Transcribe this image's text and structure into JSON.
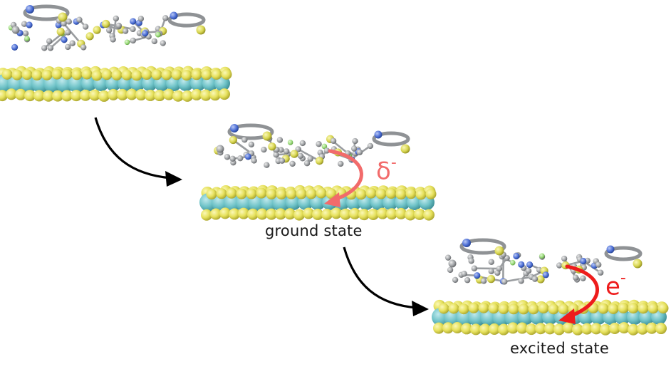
{
  "labels": {
    "ground_state": "ground state",
    "excited_state": "excited state",
    "partial_charge_symbol": "δ",
    "partial_charge_sign": "-",
    "electron_symbol": "e",
    "electron_sign": "-"
  },
  "colors": {
    "background": "#ffffff",
    "substrate_metal_atom": "#6fc3c8",
    "substrate_sulfur_atom": "#e6e15c",
    "molecule_carbon": "#a0a3a6",
    "molecule_nitrogen": "#4d6fd6",
    "molecule_sulfur": "#d8d651",
    "molecule_fluorine": "#9bdc7b",
    "ground_state_arrow": "#f26b6b",
    "excited_state_arrow": "#ee1c1c",
    "process_arrow": "#000000"
  },
  "icons": {
    "process_arrow": "curved-black-arrow-icon",
    "charge_transfer_arrow": "curved-red-arrow-icon"
  }
}
